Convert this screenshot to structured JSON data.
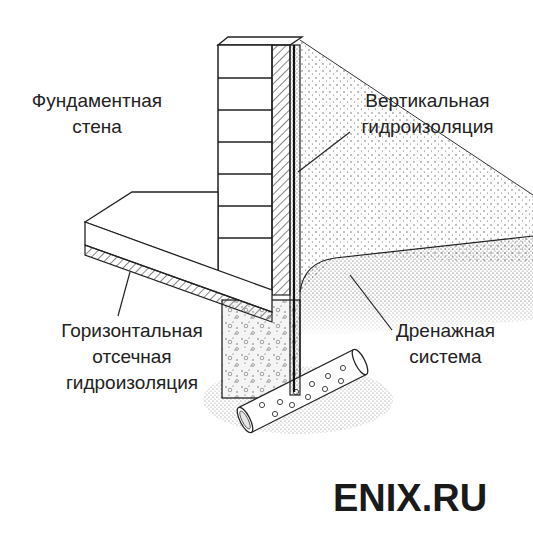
{
  "diagram": {
    "labels": [
      "Фундаментная стена",
      "Вертикальная гидроизоляция",
      "Горизонтальная отсечная гидроизоляция",
      "Дренажная система",
      "ENIX.RU"
    ]
  }
}
